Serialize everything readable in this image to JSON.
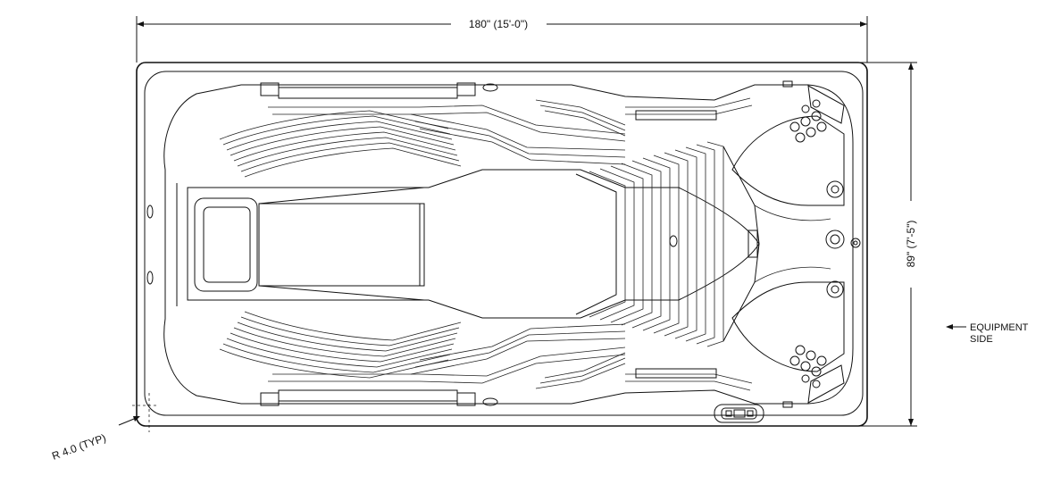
{
  "dimensions": {
    "length": "180\" (15'-0\")",
    "width": "89\" (7'-5\")",
    "radius": "R 4.0 (TYP)"
  },
  "notes": {
    "equipment_side_line1": "EQUIPMENT",
    "equipment_side_line2": "SIDE"
  },
  "colors": {
    "line": "#111111",
    "background": "#ffffff"
  }
}
